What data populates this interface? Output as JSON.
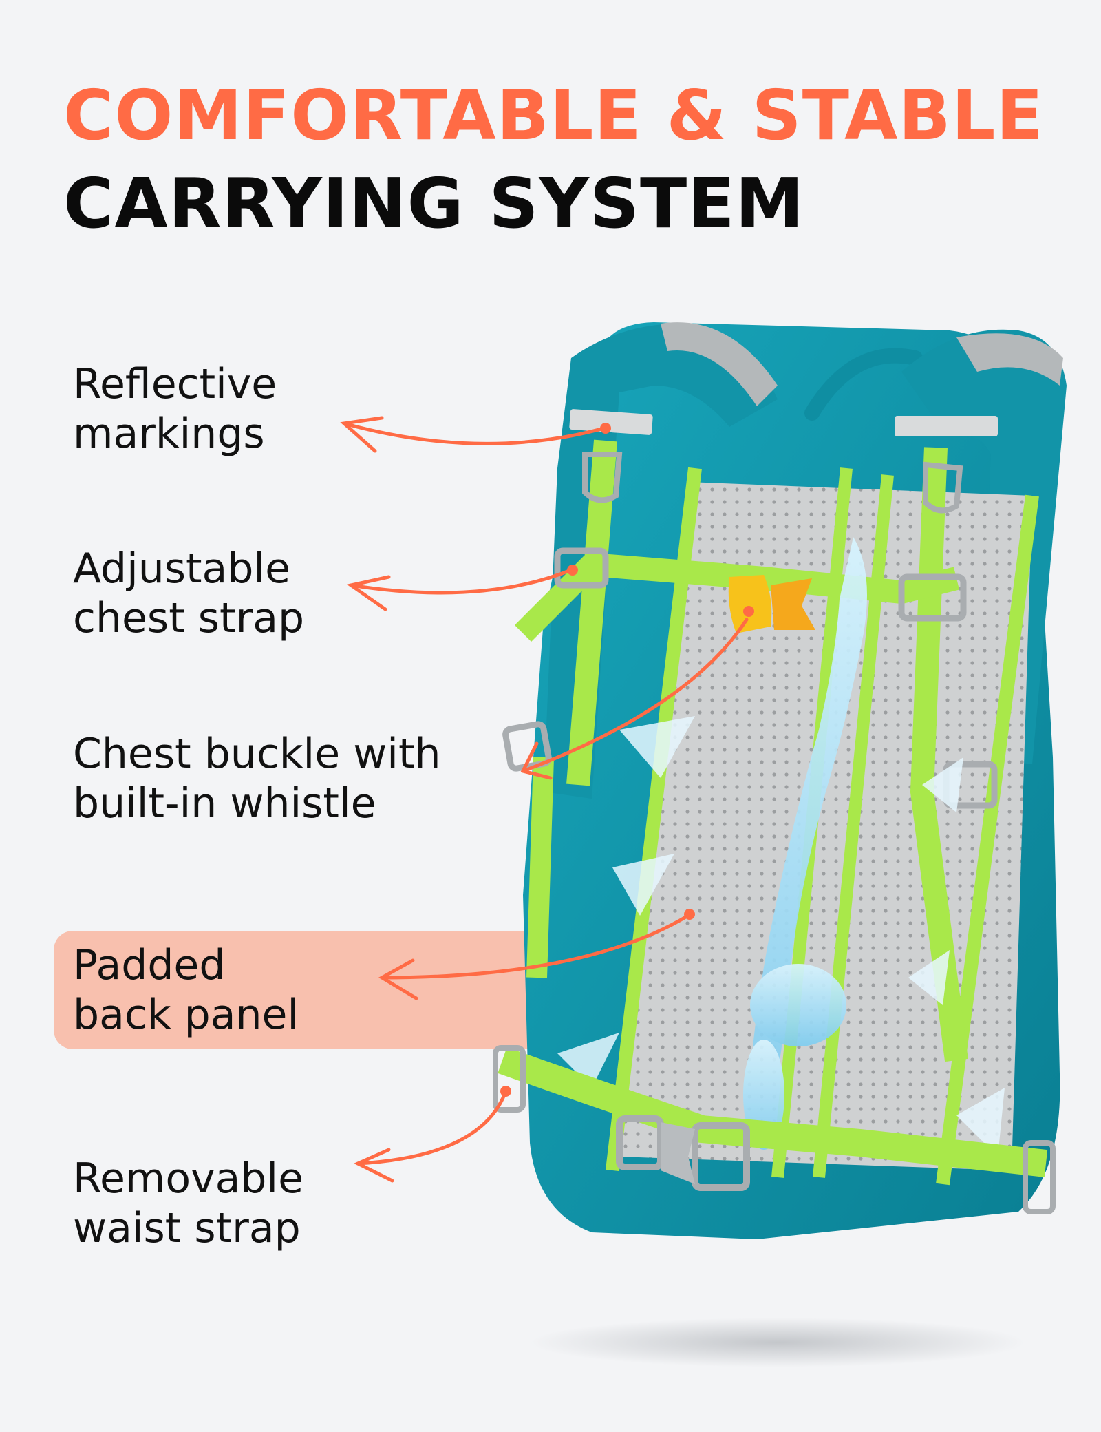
{
  "headline": {
    "line1": "COMFORTABLE & STABLE",
    "line2": "CARRYING SYSTEM"
  },
  "features": [
    {
      "line1": "Reflective",
      "line2": "markings"
    },
    {
      "line1": "Adjustable",
      "line2": "chest strap"
    },
    {
      "line1": "Chest buckle with",
      "line2": "built-in whistle"
    },
    {
      "line1": "Padded",
      "line2": "back panel",
      "highlighted": true
    },
    {
      "line1": "Removable",
      "line2": "waist strap"
    }
  ],
  "colors": {
    "accent": "#ff6b45",
    "highlight": "#f8c0ae",
    "backpack_teal": "#0e93a8",
    "strap_green": "#a9e84a",
    "mesh_grey": "#c8cacb",
    "buckle_yellow": "#f7c21b",
    "spine_blue": "#8fd8f5"
  },
  "icons": [
    "backpack-illustration",
    "spine-illustration",
    "airflow-arrow-icon",
    "pointer-arrow-icon"
  ]
}
